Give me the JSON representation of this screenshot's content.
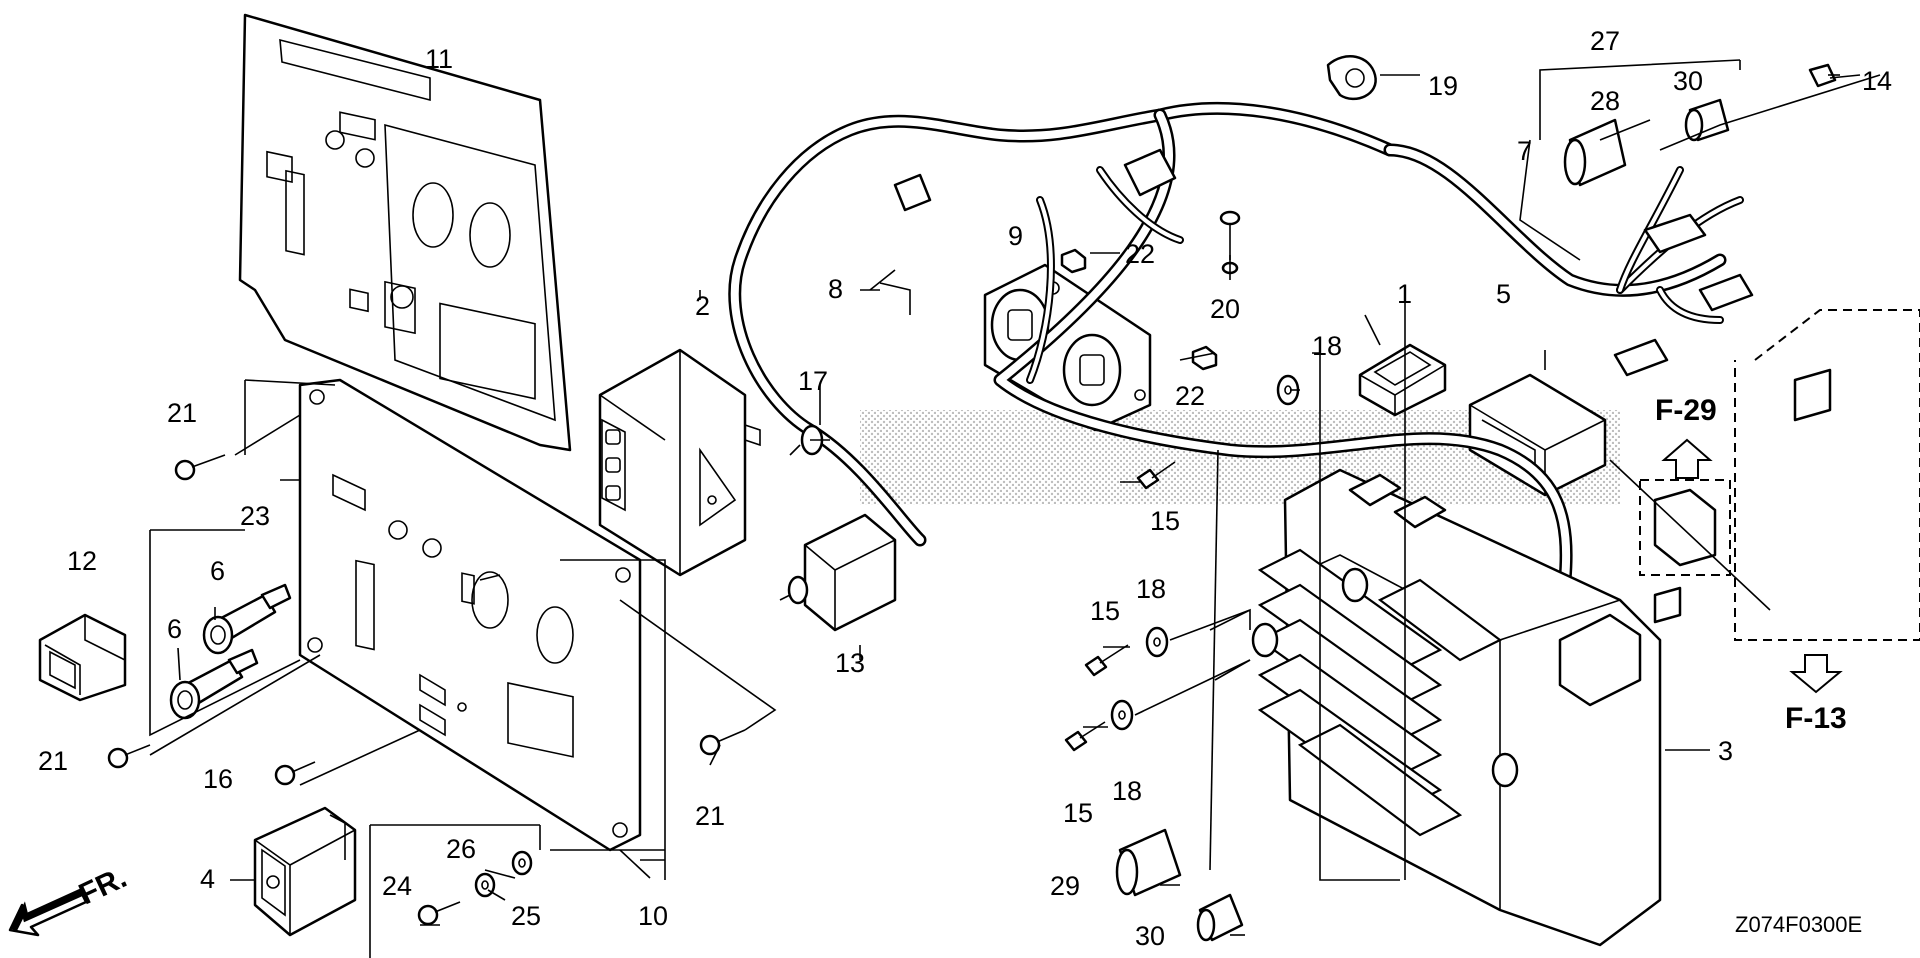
{
  "diagram_code": "Z074F0300E",
  "front_indicator": "FR.",
  "references": [
    "F-29",
    "F-13"
  ],
  "callouts": {
    "c1": "1",
    "c2": "2",
    "c3": "3",
    "c4": "4",
    "c5": "5",
    "c6a": "6",
    "c6b": "6",
    "c7": "7",
    "c8": "8",
    "c9": "9",
    "c10": "10",
    "c11": "11",
    "c12": "12",
    "c13": "13",
    "c14": "14",
    "c15a": "15",
    "c15b": "15",
    "c15c": "15",
    "c16": "16",
    "c17": "17",
    "c18a": "18",
    "c18b": "18",
    "c18c": "18",
    "c19": "19",
    "c20": "20",
    "c21a": "21",
    "c21b": "21",
    "c21c": "21",
    "c22a": "22",
    "c22b": "22",
    "c23": "23",
    "c24": "24",
    "c25": "25",
    "c26": "26",
    "c27": "27",
    "c28": "28",
    "c29": "29",
    "c30a": "30",
    "c30b": "30"
  },
  "colors": {
    "line": "#000000",
    "background": "#ffffff",
    "watermark": "#cfcfcf"
  }
}
